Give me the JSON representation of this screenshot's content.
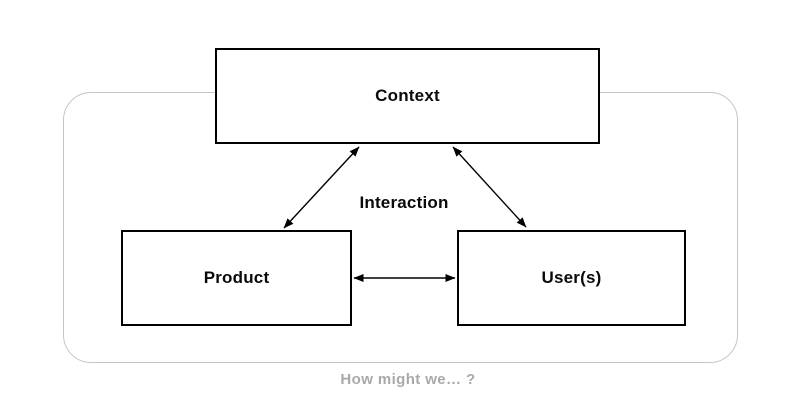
{
  "diagram": {
    "caption": "How might we… ?",
    "center_label": "Interaction",
    "nodes": {
      "context": {
        "label": "Context"
      },
      "product": {
        "label": "Product"
      },
      "users": {
        "label": "User(s)"
      }
    },
    "edges": [
      {
        "from": "Product",
        "to": "Context",
        "style": "double-arrow"
      },
      {
        "from": "User(s)",
        "to": "Context",
        "style": "double-arrow"
      },
      {
        "from": "Product",
        "to": "User(s)",
        "style": "double-arrow"
      }
    ],
    "colors": {
      "background": "#ffffff",
      "node_border": "#000000",
      "node_fill": "#ffffff",
      "frame_border": "#c5c5c5",
      "label_text": "#0a0a0a",
      "caption_text": "#a9a9a9",
      "arrow": "#000000"
    }
  }
}
